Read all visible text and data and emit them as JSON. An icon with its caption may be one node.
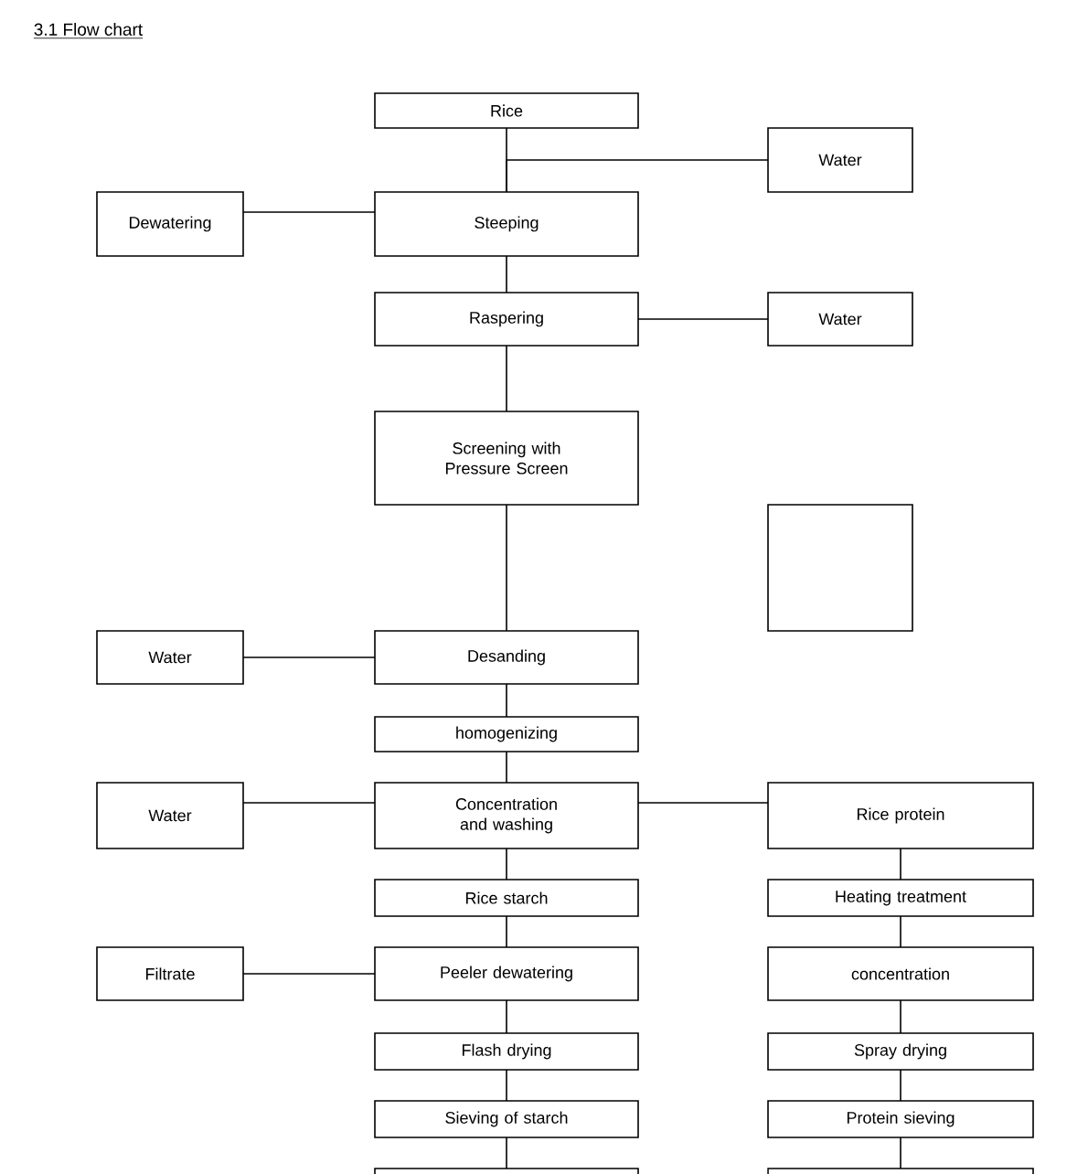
{
  "diagram": {
    "title": "3.1 Flow chart",
    "nodes": [
      {
        "text": [
          "Rice"
        ]
      },
      {
        "text": [
          "Water"
        ]
      },
      {
        "text": [
          "Dewatering"
        ]
      },
      {
        "text": [
          "Steeping"
        ]
      },
      {
        "text": [
          "Raspering"
        ]
      },
      {
        "text": [
          "Water"
        ]
      },
      {
        "text": [
          "Screening with Pressure Screen"
        ]
      },
      {
        "text": [],
        "shape": "box"
      },
      {
        "text": [
          "Water"
        ]
      },
      {
        "text": [
          "Desanding"
        ]
      },
      {
        "text": [
          "homogenizing"
        ]
      },
      {
        "text": [
          "Water"
        ]
      },
      {
        "text": [
          "Concentration and washing"
        ]
      },
      {
        "text": [
          "Rice protein"
        ]
      },
      {
        "text": [
          "Rice starch"
        ]
      },
      {
        "text": [
          "Heating treatment"
        ]
      },
      {
        "text": [
          "Filtrate"
        ]
      },
      {
        "text": [
          "Peeler dewatering"
        ]
      },
      {
        "text": [
          "concentration"
        ]
      },
      {
        "text": [
          "Flash drying"
        ]
      },
      {
        "text": [
          "Spray drying"
        ]
      },
      {
        "text": [
          "Sieving of starch"
        ]
      },
      {
        "text": [
          "Protein sieving"
        ]
      },
      {
        "text": [],
        "shape": "box"
      },
      {
        "text": [],
        "shape": "box"
      }
    ],
    "edges": [
      {
        "from": 0,
        "to": 3,
        "arrow": "none"
      },
      {
        "from": 1,
        "to": 3,
        "arrow": "none"
      },
      {
        "from": 3,
        "to": 2,
        "arrow": "none"
      },
      {
        "from": 3,
        "to": 4,
        "arrow": "none"
      },
      {
        "from": 4,
        "to": 5,
        "arrow": "none"
      },
      {
        "from": 4,
        "to": 6,
        "arrow": "none"
      },
      {
        "from": 6,
        "to": 9,
        "arrow": "none"
      },
      {
        "from": 9,
        "to": 8,
        "arrow": "none"
      },
      {
        "from": 9,
        "to": 10,
        "arrow": "none"
      },
      {
        "from": 10,
        "to": 12,
        "arrow": "none"
      },
      {
        "from": 12,
        "to": 11,
        "arrow": "none"
      },
      {
        "from": 12,
        "to": 13,
        "arrow": "none"
      },
      {
        "from": 12,
        "to": 14,
        "arrow": "none"
      },
      {
        "from": 13,
        "to": 15,
        "arrow": "none"
      },
      {
        "from": 14,
        "to": 17,
        "arrow": "none"
      },
      {
        "from": 17,
        "to": 16,
        "arrow": "none"
      },
      {
        "from": 15,
        "to": 18,
        "arrow": "none"
      },
      {
        "from": 17,
        "to": 19,
        "arrow": "none"
      },
      {
        "from": 18,
        "to": 20,
        "arrow": "none"
      },
      {
        "from": 19,
        "to": 21,
        "arrow": "none"
      },
      {
        "from": 20,
        "to": 22,
        "arrow": "none"
      },
      {
        "from": 21,
        "to": 23,
        "arrow": "none"
      },
      {
        "from": 22,
        "to": 24,
        "arrow": "none"
      }
    ]
  }
}
